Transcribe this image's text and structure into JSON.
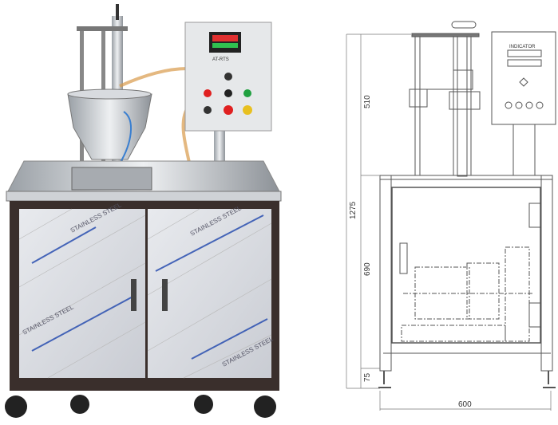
{
  "photo": {
    "panel_text": "STAINLESS STEEL",
    "controller_brand": "AT-RTS"
  },
  "drawing": {
    "indicator_label": "INDICATOR",
    "dimensions": {
      "upper_height": "510",
      "total_height": "1275",
      "cabinet_height": "690",
      "leg_height": "75",
      "width": "600"
    }
  },
  "colors": {
    "steel": "#c9ccd0",
    "frame": "#3a2f2c",
    "panel_blue": "#2a4fb0",
    "line": "#555555"
  }
}
